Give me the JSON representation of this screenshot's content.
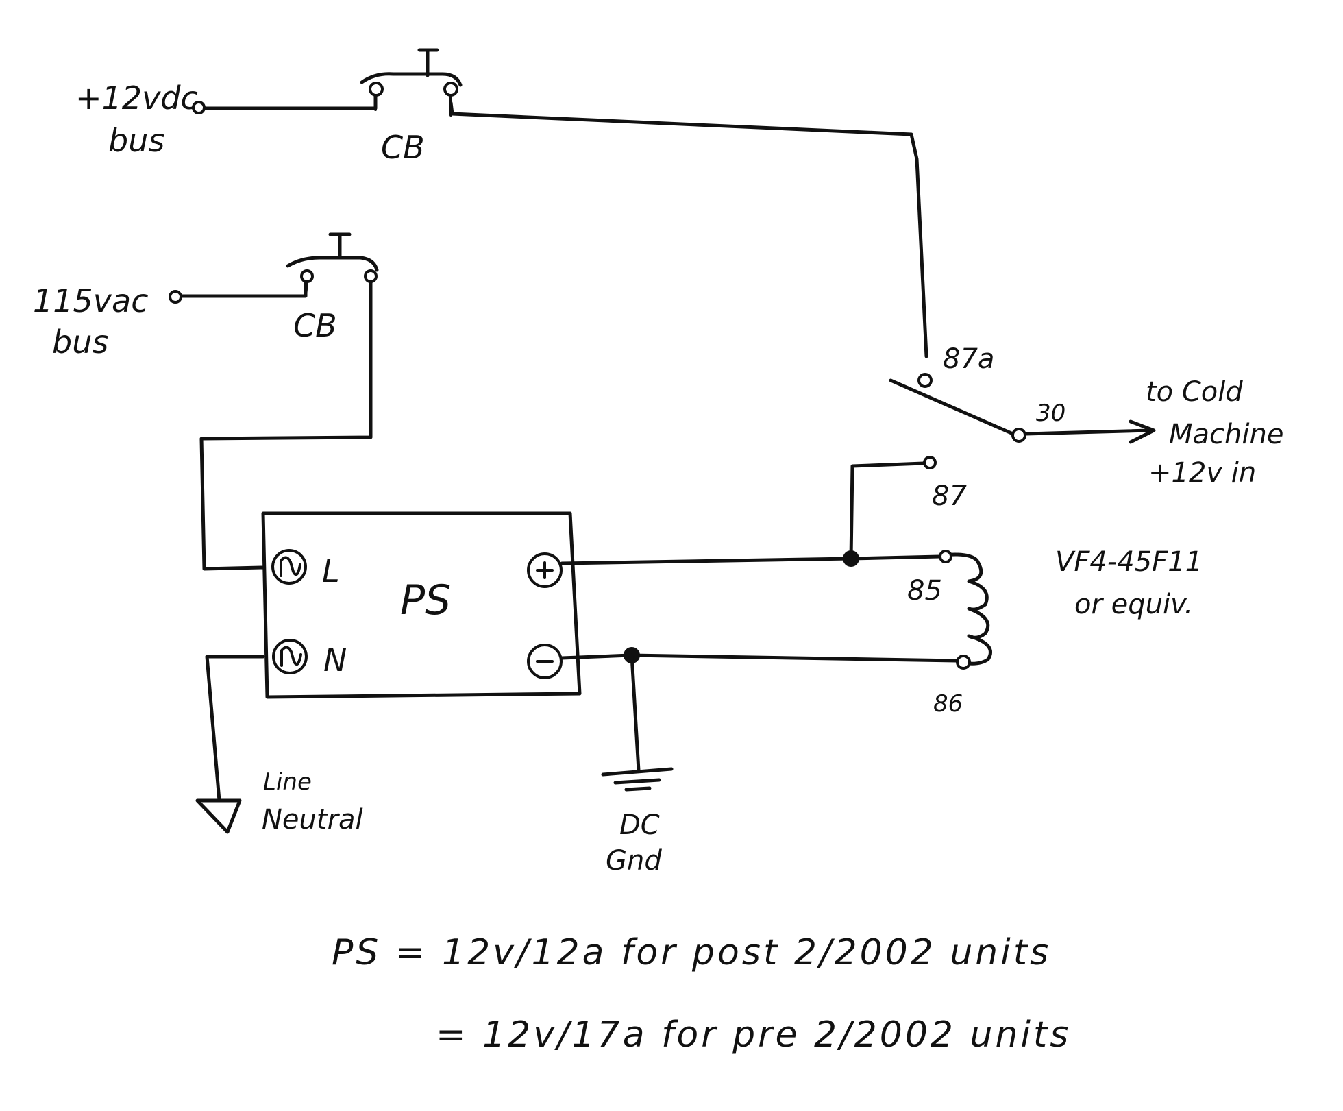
{
  "labels": {
    "dc_bus": "+12vdc",
    "dc_bus_sub": "bus",
    "cb_top": "CB",
    "ac_bus": "115vac",
    "ac_bus_sub": "bus",
    "cb_mid": "CB",
    "ps": "PS",
    "ps_l": "L",
    "ps_n": "N",
    "pin_87a": "87a",
    "pin_30": "30",
    "pin_87": "87",
    "pin_85": "85",
    "pin_86": "86",
    "out_line1": "to Cold",
    "out_line2": "Machine",
    "out_line3": "+12v in",
    "relay_model": "VF4-45F11",
    "relay_equiv": "or equiv.",
    "line_neutral_1": "Line",
    "line_neutral_2": "Neutral",
    "dc_gnd_1": "DC",
    "dc_gnd_2": "Gnd"
  },
  "notes": {
    "line1": "PS = 12v/12a for post 2/2002 units",
    "line2": "= 12v/17a for pre 2/2002 units"
  }
}
